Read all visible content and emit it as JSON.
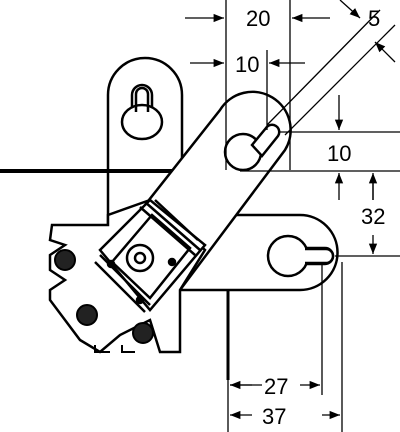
{
  "drawing": {
    "dimensions": {
      "top_width": "20",
      "top_offset": "10",
      "angle_offset": "5",
      "vertical_small": "10",
      "vertical_large": "32",
      "bottom_inner": "27",
      "bottom_outer": "37"
    }
  }
}
